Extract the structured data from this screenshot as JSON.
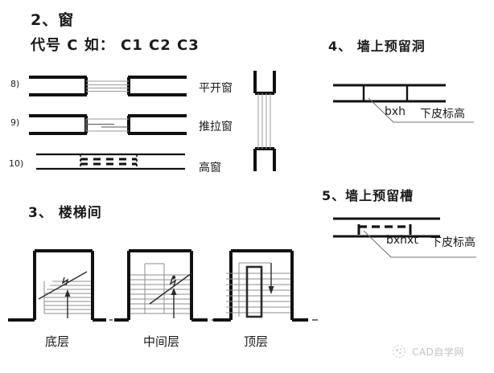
{
  "page": {
    "title": "建筑制图图例 - 窗 / 楼梯间 / 墙上预留洞 / 墙上预留槽",
    "background": "#ffffff",
    "ink": "#111111",
    "thin_line_color": "#9a9a9a"
  },
  "section_window": {
    "heading": "2、窗",
    "code_line": "代号  C  如：  C1    C2    C3",
    "rows": [
      {
        "number": "8)",
        "label": "平开窗",
        "symbol": "casement-window-plan"
      },
      {
        "number": "9)",
        "label": "推拉窗",
        "symbol": "sliding-window-plan"
      },
      {
        "number": "10)",
        "label": "高窗",
        "symbol": "high-window-plan"
      }
    ],
    "vertical_symbol_name": "window-in-vertical-wall"
  },
  "section_stairs": {
    "heading": "3、 楼梯间",
    "diagrams": [
      {
        "label": "底层",
        "name": "stair-bottom-floor"
      },
      {
        "label": "中间层",
        "name": "stair-middle-floor"
      },
      {
        "label": "顶层",
        "name": "stair-top-floor"
      }
    ]
  },
  "section_wall_opening": {
    "heading": "4、 墙上预留洞",
    "annotation_code": "bxh",
    "annotation_text": "下皮标高"
  },
  "section_wall_groove": {
    "heading": "5、墙上预留槽",
    "annotation_code": "bxhxt",
    "annotation_text": "下皮标高"
  },
  "watermark": {
    "text": "CAD自学网",
    "icon": "circle-dotted-logo-icon",
    "color": "#8b8b8b"
  }
}
